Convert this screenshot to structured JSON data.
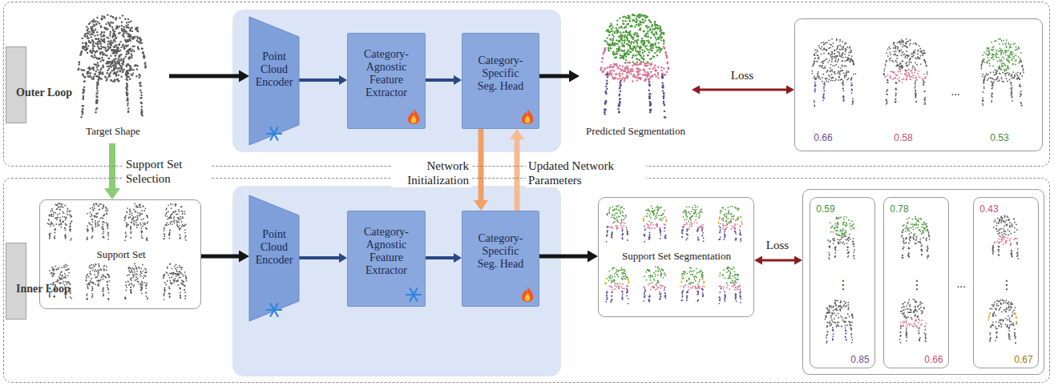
{
  "diagram": {
    "nodes": [
      {
        "text": [
          "Outer Loop"
        ]
      },
      {
        "text": [
          "Target Shape"
        ],
        "in": 0
      },
      {
        "text": [
          "Point Cloud Encoder"
        ],
        "in": 0
      },
      {
        "text": [
          "Category-Agnostic Feature Extractor"
        ],
        "in": 0
      },
      {
        "text": [
          "Category-Specific Seg. Head"
        ],
        "in": 0
      },
      {
        "text": [
          "Predicted Segmentation"
        ],
        "in": 0
      },
      {
        "text": [
          "0.66",
          "0.58",
          "...",
          "0.53"
        ],
        "in": 0
      },
      {
        "text": [
          "Inner Loop"
        ]
      },
      {
        "text": [
          "Support Set"
        ],
        "in": 7
      },
      {
        "text": [
          "Point Cloud Encoder"
        ],
        "in": 7
      },
      {
        "text": [
          "Category-Agnostic Feature Extractor"
        ],
        "in": 7
      },
      {
        "text": [
          "Category-Specific Seg. Head"
        ],
        "in": 7
      },
      {
        "text": [
          "Support Set Segmentation"
        ],
        "in": 7
      },
      {
        "text": [
          "..."
        ],
        "in": 7
      },
      {
        "text": [
          "0.59",
          "⋮",
          "0.85"
        ],
        "in": 13
      },
      {
        "text": [
          "0.78",
          "⋮",
          "0.66"
        ],
        "in": 13
      },
      {
        "text": [
          "0.43",
          "⋮",
          "0.67"
        ],
        "in": 13
      }
    ],
    "edges": [
      {
        "from": 1,
        "to": 2,
        "arrow": "to"
      },
      {
        "from": 2,
        "to": 3,
        "arrow": "to"
      },
      {
        "from": 3,
        "to": 4,
        "arrow": "to"
      },
      {
        "from": 4,
        "to": 5,
        "arrow": "to"
      },
      {
        "from": 5,
        "to": 6,
        "arrow": "both",
        "label": "Loss"
      },
      {
        "from": 1,
        "to": 8,
        "arrow": "to",
        "label": "Support Set Selection"
      },
      {
        "from": 4,
        "to": 11,
        "arrow": "to",
        "label": "Network Initialization"
      },
      {
        "from": 11,
        "to": 4,
        "arrow": "to",
        "label": "Updated Network Parameters"
      },
      {
        "from": 8,
        "to": 9,
        "arrow": "to"
      },
      {
        "from": 9,
        "to": 10,
        "arrow": "to"
      },
      {
        "from": 10,
        "to": 11,
        "arrow": "to"
      },
      {
        "from": 11,
        "to": 12,
        "arrow": "to"
      },
      {
        "from": 12,
        "to": 13,
        "arrow": "both",
        "label": "Loss"
      }
    ]
  }
}
